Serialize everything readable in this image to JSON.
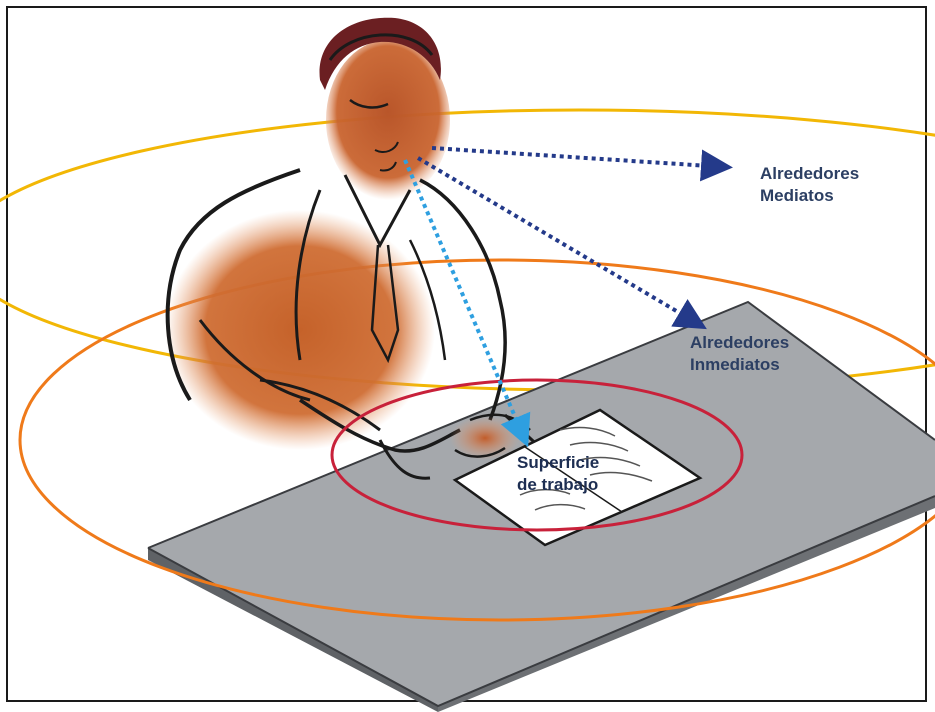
{
  "labels": {
    "mediatos": {
      "line1": "Alrededores",
      "line2": "Mediatos"
    },
    "inmediatos": {
      "line1": "Alrededores",
      "line2": "Inmediatos"
    },
    "superficie": {
      "line1": "Superficie",
      "line2": "de trabajo"
    }
  },
  "colors": {
    "outer_ring": "#f2b705",
    "middle_ring": "#ef7a1a",
    "inner_ring": "#c8213a",
    "arrow_dark": "#243a8a",
    "arrow_light": "#2e9fe0",
    "skin": "#c5622a",
    "desk_top": "#a5a8ac",
    "desk_edge": "#5f6266"
  }
}
